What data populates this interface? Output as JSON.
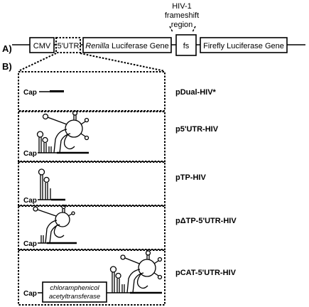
{
  "panel_a": {
    "label": "A)",
    "cmv": "CMV",
    "utr": "5'UTR",
    "renilla_italic": "Renilla",
    "renilla_rest": " Luciferase Gene",
    "fs": "fs",
    "firefly": "Firefly Luciferase Gene",
    "frameshift_line1": "HIV-1",
    "frameshift_line2": "frameshift",
    "frameshift_line3": "region"
  },
  "panel_b": {
    "label": "B)",
    "cap_label": "Cap",
    "constructs": [
      "pDual-HIV*",
      "p5'UTR-HIV",
      "pTP-HIV",
      "pΔTP-5'UTR-HIV",
      "pCAT-5'UTR-HIV"
    ],
    "cat_line1": "chloramphenicol",
    "cat_line2": "acetyltransferase"
  }
}
